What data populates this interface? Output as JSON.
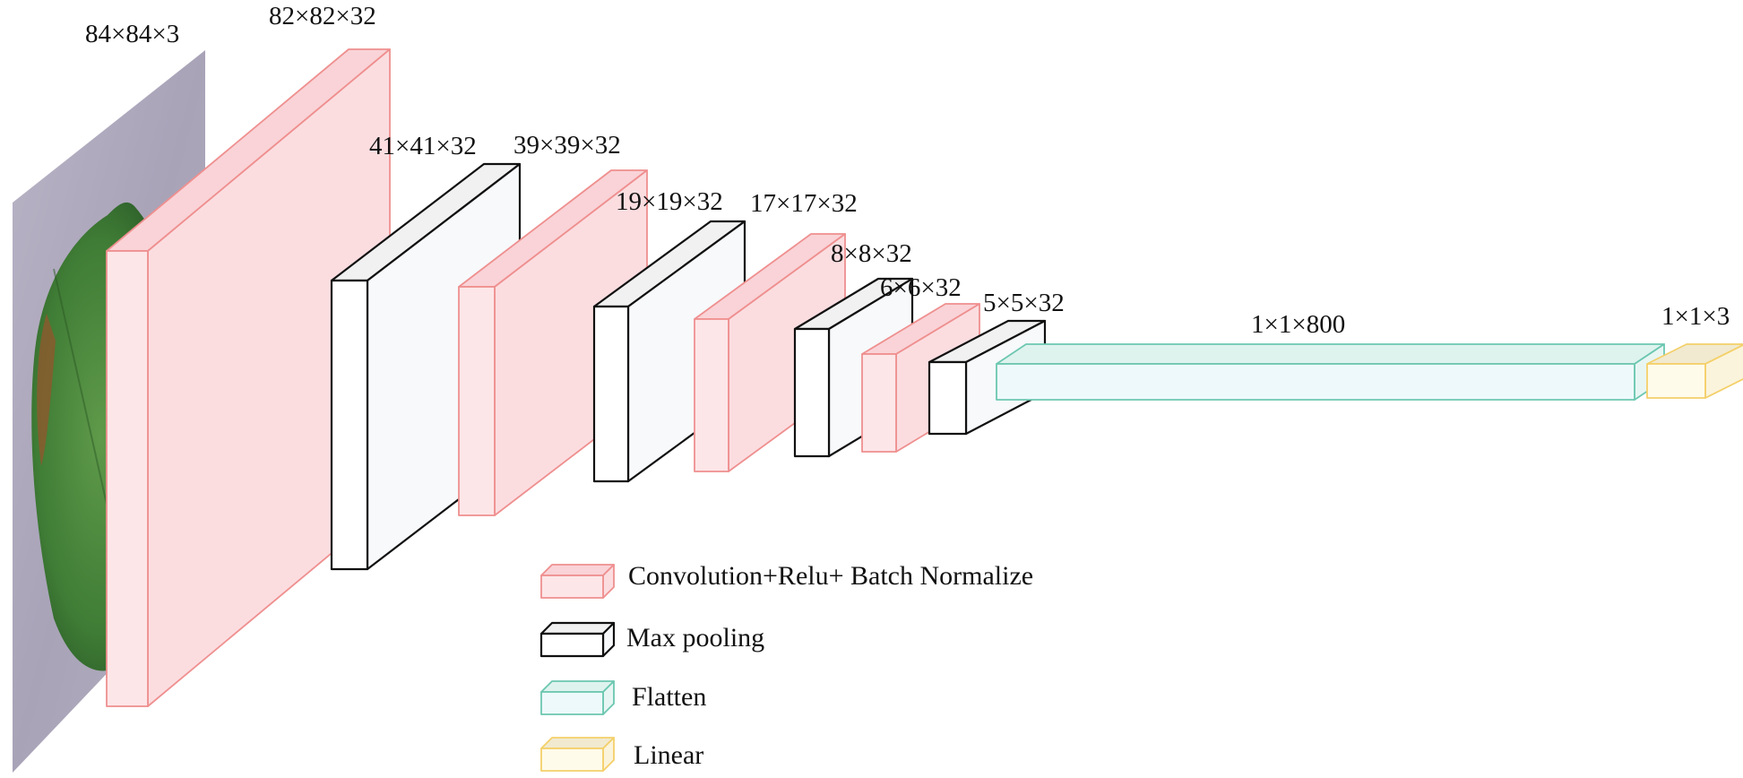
{
  "layers": [
    {
      "label": "84×84×3",
      "kind": "input"
    },
    {
      "label": "82×82×32",
      "kind": "conv"
    },
    {
      "label": "41×41×32",
      "kind": "pool"
    },
    {
      "label": "39×39×32",
      "kind": "conv"
    },
    {
      "label": "19×19×32",
      "kind": "pool"
    },
    {
      "label": "17×17×32",
      "kind": "conv"
    },
    {
      "label": "8×8×32",
      "kind": "pool"
    },
    {
      "label": "6×6×32",
      "kind": "conv"
    },
    {
      "label": "5×5×32",
      "kind": "pool"
    },
    {
      "label": "1×1×800",
      "kind": "flatten"
    },
    {
      "label": "1×1×3",
      "kind": "linear"
    }
  ],
  "legend": [
    {
      "kind": "conv",
      "label": "Convolution+Relu+ Batch Normalize"
    },
    {
      "kind": "pool",
      "label": "Max pooling"
    },
    {
      "kind": "flatten",
      "label": "Flatten"
    },
    {
      "kind": "linear",
      "label": "Linear"
    }
  ],
  "colors": {
    "conv": {
      "stroke": "#ef8f8f",
      "front": "#fde6e8",
      "top": "#f9d3d7",
      "side": "#fbdde0"
    },
    "pool": {
      "stroke": "#111111",
      "front": "#ffffff",
      "top": "#f1f1f1",
      "side": "#f7f9fb"
    },
    "flatten": {
      "stroke": "#6cc7b0",
      "front": "#eef9fb",
      "top": "#dff3ee",
      "side": "#e8f6f3"
    },
    "linear": {
      "stroke": "#f4d06a",
      "front": "#fffbea",
      "top": "#f1ead0",
      "side": "#fbf4dc"
    }
  }
}
